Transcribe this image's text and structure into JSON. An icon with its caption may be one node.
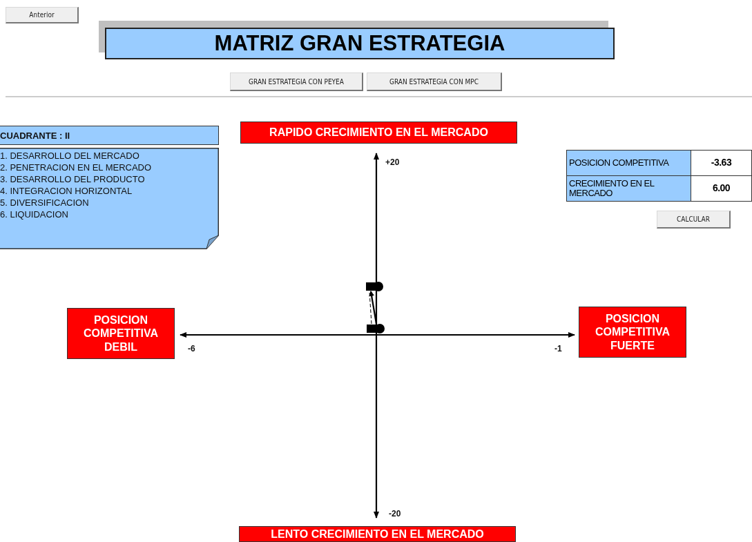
{
  "diagram": {
    "title": "MATRIZ GRAN ESTRATEGIA",
    "nodes": [
      {
        "text": [
          "CUADRANTE : II"
        ]
      },
      {
        "text": [
          "1. DESARROLLO DEL MERCADO",
          "2. PENETRACION EN EL MERCADO",
          "3. DESARROLLO DEL PRODUCTO",
          "4. INTEGRACION HORIZONTAL",
          "5. DIVERSIFICACION",
          "6. LIQUIDACION"
        ]
      },
      {
        "text": [
          "RAPIDO CRECIMIENTO EN EL MERCADO"
        ]
      },
      {
        "text": [
          "POSICION COMPETITIVA DEBIL"
        ]
      },
      {
        "text": [
          "POSICION COMPETITIVA FUERTE"
        ]
      },
      {
        "text": [
          "LENTO CRECIMIENTO EN EL MERCADO"
        ]
      },
      {
        "text": [],
        "shape": "circle"
      },
      {
        "text": [],
        "shape": "circle"
      }
    ],
    "edges": [
      {
        "from": 7,
        "to": 6,
        "arrow": "to"
      },
      {
        "from": 7,
        "to": 6,
        "arrow": "none",
        "style": "dashed"
      },
      {
        "from": 2,
        "to": 5,
        "arrow": "both"
      },
      {
        "from": 3,
        "to": 4,
        "arrow": "both"
      }
    ],
    "labels": [
      "Anterior",
      "GRAN ESTRATEGIA CON PEYEA",
      "GRAN ESTRATEGIA CON MPC",
      "+20",
      "POSICION COMPETITIVA",
      "-3.63",
      "CRECIMIENTO EN EL MERCADO",
      "6.00",
      "CALCULAR",
      "-6",
      "-1",
      "-20"
    ]
  }
}
